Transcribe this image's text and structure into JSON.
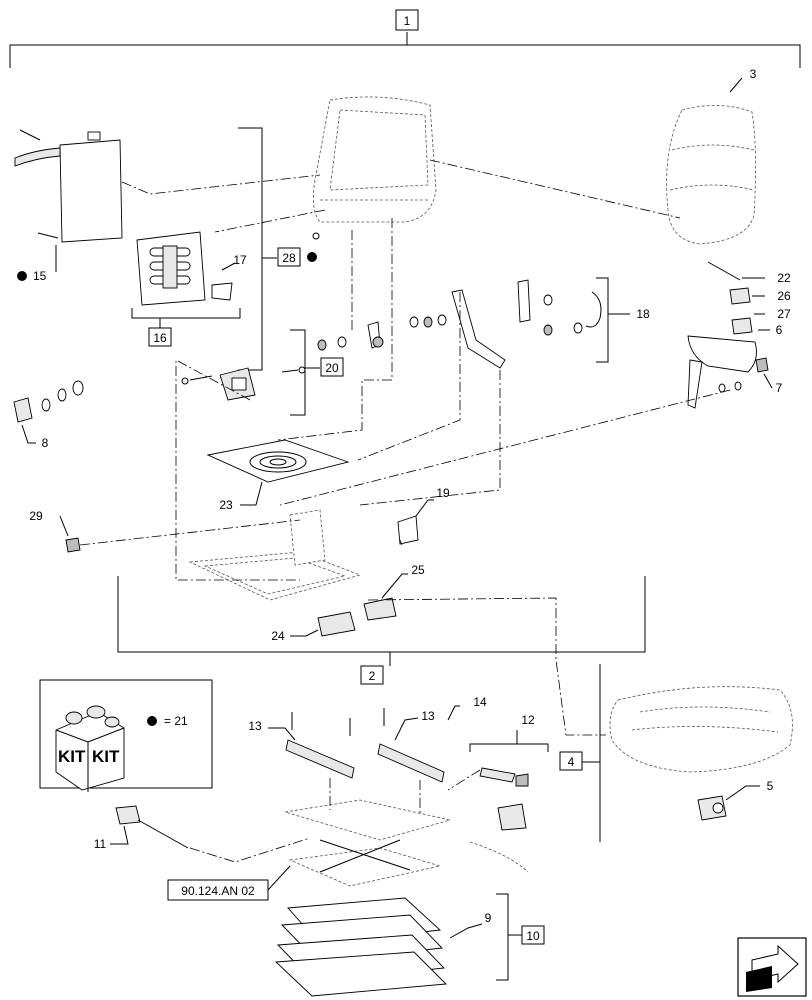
{
  "callouts": {
    "c1": "1",
    "c2": "2",
    "c3": "3",
    "c4": "4",
    "c5": "5",
    "c6": "6",
    "c7": "7",
    "c8": "8",
    "c9": "9",
    "c10": "10",
    "c11": "11",
    "c12": "12",
    "c13a": "13",
    "c13b": "13",
    "c14": "14",
    "c15": "15",
    "c16": "16",
    "c17": "17",
    "c18": "18",
    "c19": "19",
    "c20": "20",
    "c22": "22",
    "c23": "23",
    "c24": "24",
    "c25": "25",
    "c26": "26",
    "c27": "27",
    "c28": "28",
    "c29": "29"
  },
  "kit_box": {
    "kit_left": "KIT",
    "kit_right": "KIT",
    "legend": "= 21"
  },
  "reference": "90.124.AN 02"
}
